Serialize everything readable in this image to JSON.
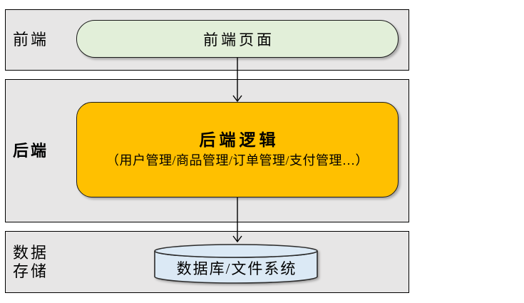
{
  "diagram": {
    "type": "layered-architecture",
    "bands": [
      {
        "id": "frontend",
        "label": "前端"
      },
      {
        "id": "backend",
        "label": "后端"
      },
      {
        "id": "storage",
        "label_lines": [
          "数据",
          "存储"
        ]
      }
    ],
    "nodes": {
      "frontend_page": {
        "label": "前端页面"
      },
      "backend_logic": {
        "title": "后端逻辑",
        "subtitle": "（用户管理/商品管理/订单管理/支付管理…）"
      },
      "data_store": {
        "label": "数据库/文件系统"
      }
    },
    "arrows": [
      {
        "from": "frontend_page",
        "to": "backend_logic"
      },
      {
        "from": "backend_logic",
        "to": "data_store"
      }
    ],
    "colors": {
      "band_fill": "#e7e6e6",
      "band_border": "#000000",
      "frontend_node_fill": "#e2efd9",
      "backend_node_fill": "#ffc000",
      "data_store_fill": "#dbe9f5",
      "shape_border": "#1a1a1a",
      "arrow": "#000000",
      "page_background": "#ffffff"
    }
  }
}
